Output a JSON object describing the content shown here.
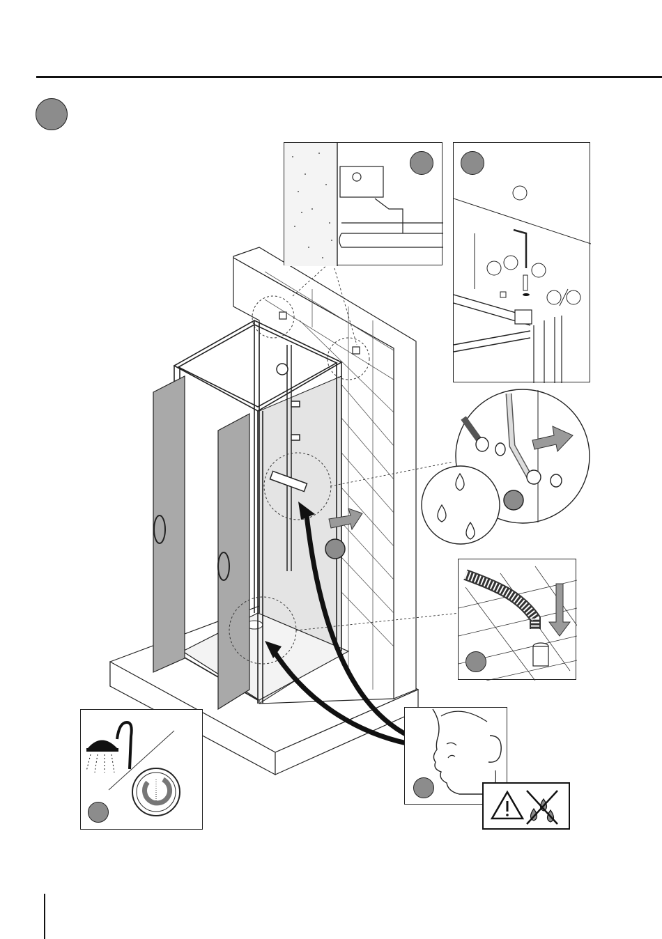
{
  "page": {
    "step_marker": "",
    "callouts": [
      {
        "id": "wall-bracket-detail",
        "marker": ""
      },
      {
        "id": "screw-assembly-detail",
        "marker": ""
      },
      {
        "id": "hose-connection-detail",
        "marker": ""
      },
      {
        "id": "drain-hose-detail",
        "marker": ""
      },
      {
        "id": "shower-temperature-detail",
        "marker": ""
      },
      {
        "id": "face-warning-detail",
        "marker": ""
      },
      {
        "id": "flow-direction",
        "marker": ""
      }
    ],
    "warning_symbol": "warning-triangle-icon",
    "colors": {
      "line": "#111111",
      "marker": "#8c8c8c",
      "glass": "#a9a9a9",
      "panel": "#dcdcdc"
    }
  }
}
